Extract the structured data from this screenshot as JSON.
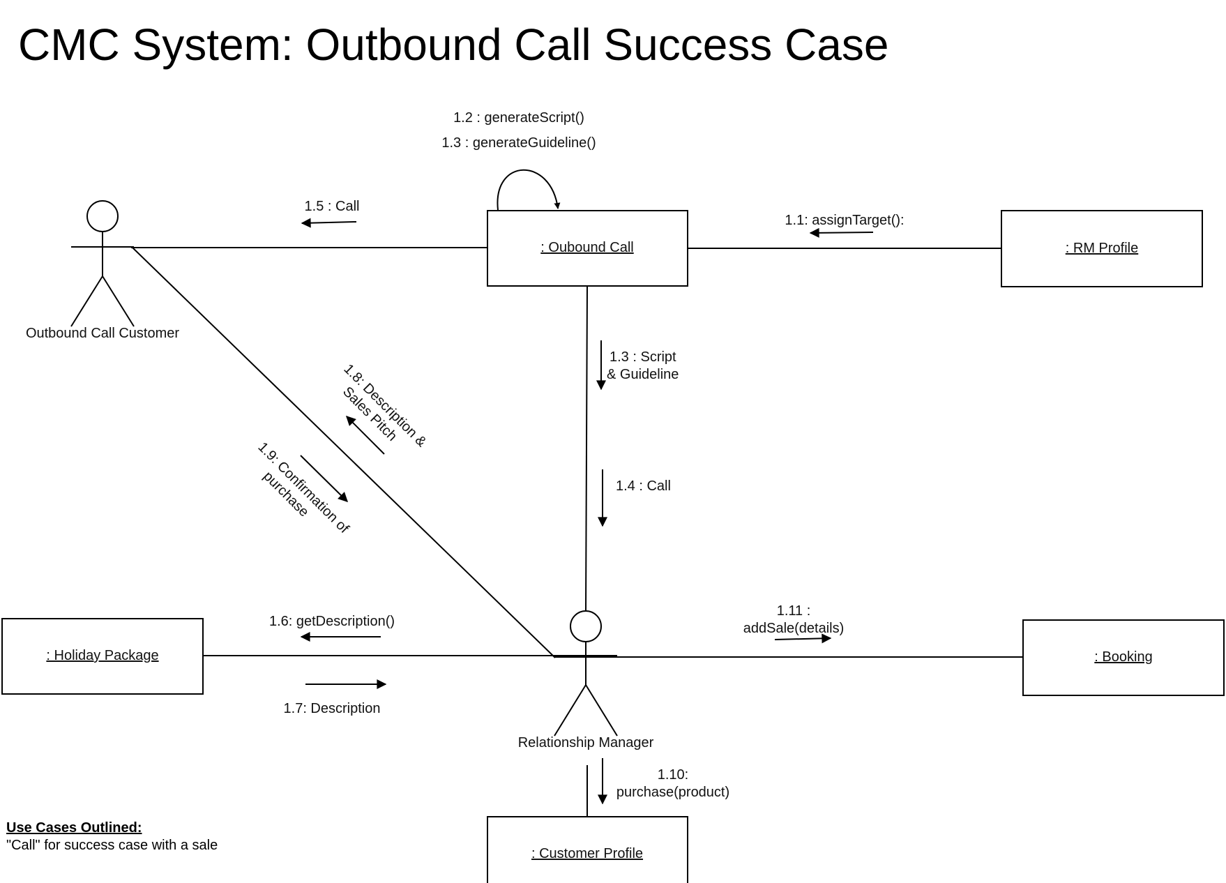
{
  "title": "CMC System: Outbound Call Success Case",
  "objects": {
    "outbound_call": ": Oubound Call",
    "rm_profile": ": RM Profile",
    "holiday_package": ": Holiday Package",
    "booking": ": Booking",
    "customer_profile": ": Customer Profile"
  },
  "actors": {
    "customer": "Outbound Call Customer",
    "manager": "Relationship Manager"
  },
  "messages": {
    "m1_1": "1.1: assignTarget():",
    "m1_2": "1.2 : generateScript()",
    "m1_3_self": "1.3 : generateGuideline()",
    "m1_3_line1": "1.3 : Script",
    "m1_3_line2": "& Guideline",
    "m1_4": "1.4 : Call",
    "m1_5": "1.5 : Call",
    "m1_6": "1.6: getDescription()",
    "m1_7": "1.7: Description",
    "m1_8_line1": "1.8: Description &",
    "m1_8_line2": "Sales Pitch",
    "m1_9_line1": "1.9: Confirmation of",
    "m1_9_line2": "purchase",
    "m1_10_line1": "1.10:",
    "m1_10_line2": "purchase(product)",
    "m1_11_line1": "1.11 :",
    "m1_11_line2": "addSale(details)"
  },
  "notes": {
    "heading": "Use Cases Outlined:",
    "text": "\"Call\" for success case with a sale"
  }
}
